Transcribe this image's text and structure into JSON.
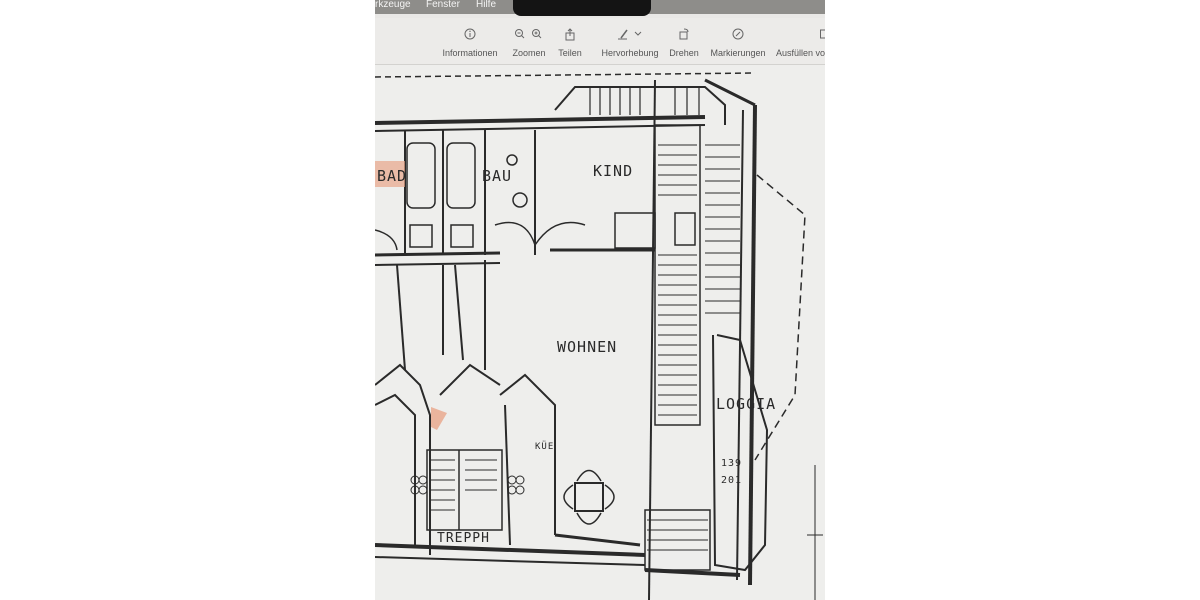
{
  "menubar": {
    "items": [
      "rkzeuge",
      "Fenster",
      "Hilfe"
    ]
  },
  "toolbar": {
    "items": [
      {
        "label": "Informationen",
        "icon": "info-icon"
      },
      {
        "label": "Zoomen",
        "icon": "zoom-icon"
      },
      {
        "label": "Teilen",
        "icon": "share-icon"
      },
      {
        "label": "Hervorhebung",
        "icon": "highlight-pen-icon"
      },
      {
        "label": "Drehen",
        "icon": "rotate-icon"
      },
      {
        "label": "Markierungen",
        "icon": "markup-icon"
      },
      {
        "label": "Ausfüllen vo",
        "icon": "fill-form-icon"
      }
    ]
  },
  "plan": {
    "rooms": {
      "bad": "BAD",
      "bau": "BAU",
      "kind": "KIND",
      "wohnen": "WOHNEN",
      "loggia": "LOGGIA",
      "treppe": "TREPPH",
      "kue": "KÜE"
    },
    "dimensions": {
      "loggia_top": "139",
      "loggia_bottom": "201"
    }
  },
  "colors": {
    "menubar": "#8e8d8a",
    "notch": "#141414",
    "toolbar": "#ecebe9",
    "paper": "#eeeeec",
    "ink": "#2a2a2a",
    "marker": "#e8a58a"
  }
}
